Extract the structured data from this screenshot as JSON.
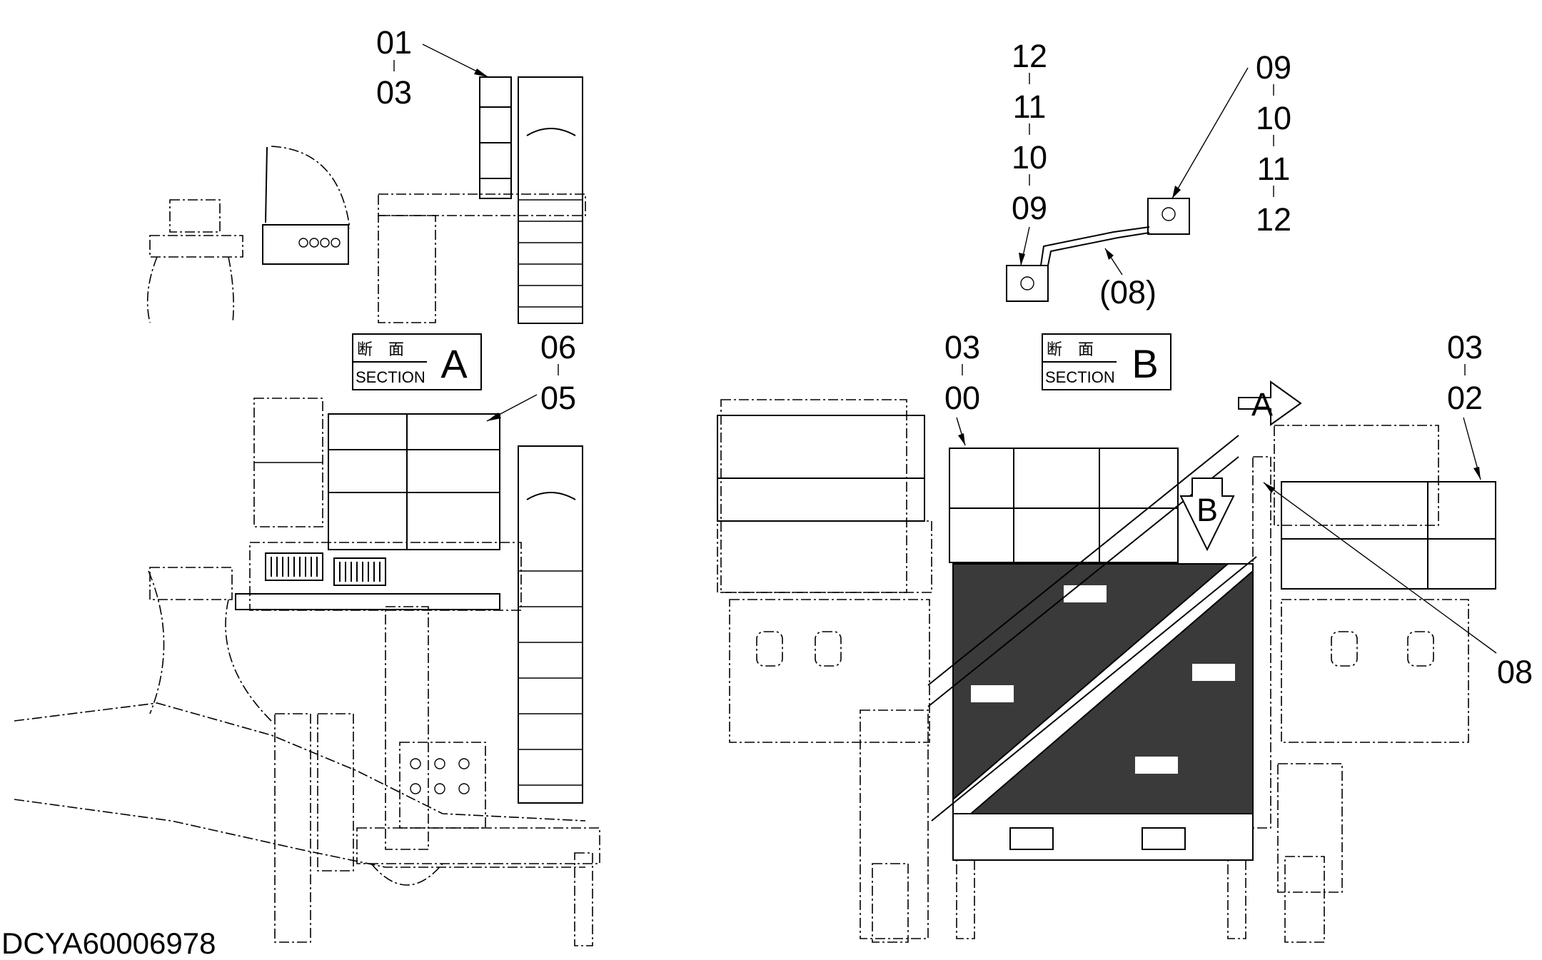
{
  "drawing_id": "DCYA60006978",
  "section_labels": [
    {
      "jp": "断　面",
      "en": "SECTION",
      "letter": "A"
    },
    {
      "jp": "断　面",
      "en": "SECTION",
      "letter": "B"
    }
  ],
  "view_arrows": {
    "a": "A",
    "b": "B"
  },
  "callouts": {
    "top_left": {
      "upper": "01",
      "lower": "03"
    },
    "mid_left": {
      "upper": "06",
      "lower": "05"
    },
    "mid_center": {
      "upper": "03",
      "lower": "00"
    },
    "mid_right": {
      "upper": "03",
      "lower": "02"
    },
    "bracket_left_stack": [
      "12",
      "11",
      "10",
      "09"
    ],
    "bracket_right_stack": [
      "09",
      "10",
      "11",
      "12"
    ],
    "bracket_ref": "(08)",
    "right_single": "08"
  }
}
